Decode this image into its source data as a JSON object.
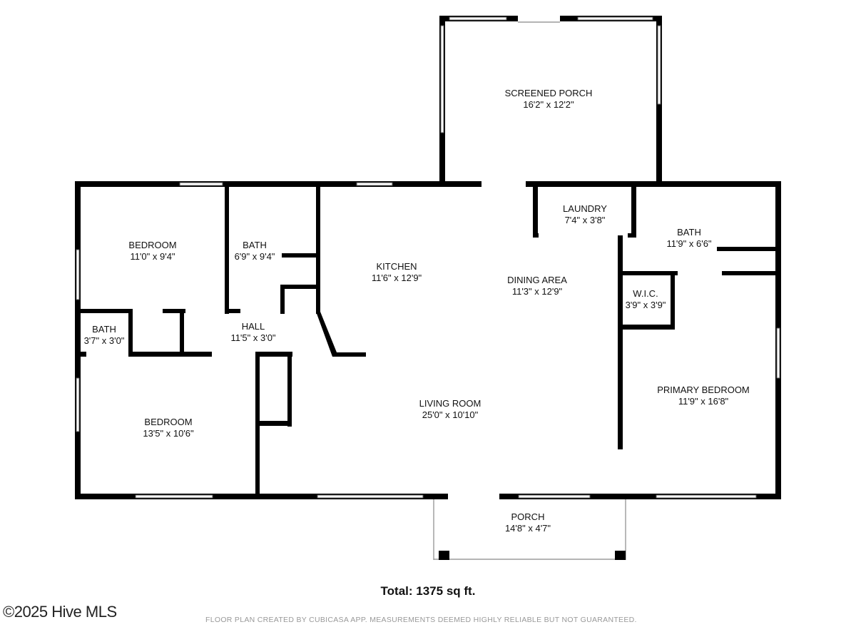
{
  "rooms": {
    "screened_porch": {
      "name": "SCREENED PORCH",
      "dims": "16'2\" x 12'2\""
    },
    "bedroom1": {
      "name": "BEDROOM",
      "dims": "11'0\" x 9'4\""
    },
    "bath1": {
      "name": "BATH",
      "dims": "6'9\" x 9'4\""
    },
    "kitchen": {
      "name": "KITCHEN",
      "dims": "11'6\" x 12'9\""
    },
    "dining": {
      "name": "DINING AREA",
      "dims": "11'3\" x 12'9\""
    },
    "laundry": {
      "name": "LAUNDRY",
      "dims": "7'4\" x 3'8\""
    },
    "bath2": {
      "name": "BATH",
      "dims": "11'9\" x 6'6\""
    },
    "wic": {
      "name": "W.I.C.",
      "dims": "3'9\" x 3'9\""
    },
    "bath3": {
      "name": "BATH",
      "dims": "3'7\" x 3'0\""
    },
    "hall": {
      "name": "HALL",
      "dims": "11'5\" x 3'0\""
    },
    "bedroom2": {
      "name": "BEDROOM",
      "dims": "13'5\" x 10'6\""
    },
    "living": {
      "name": "LIVING ROOM",
      "dims": "25'0\" x 10'10\""
    },
    "primary": {
      "name": "PRIMARY BEDROOM",
      "dims": "11'9\" x 16'8\""
    },
    "porch": {
      "name": "PORCH",
      "dims": "14'8\" x 4'7\""
    }
  },
  "total": "Total: 1375 sq ft.",
  "copyright": "©2025 Hive MLS",
  "disclaimer": "FLOOR PLAN CREATED BY CUBICASA APP. MEASUREMENTS DEEMED HIGHLY RELIABLE BUT NOT GUARANTEED."
}
